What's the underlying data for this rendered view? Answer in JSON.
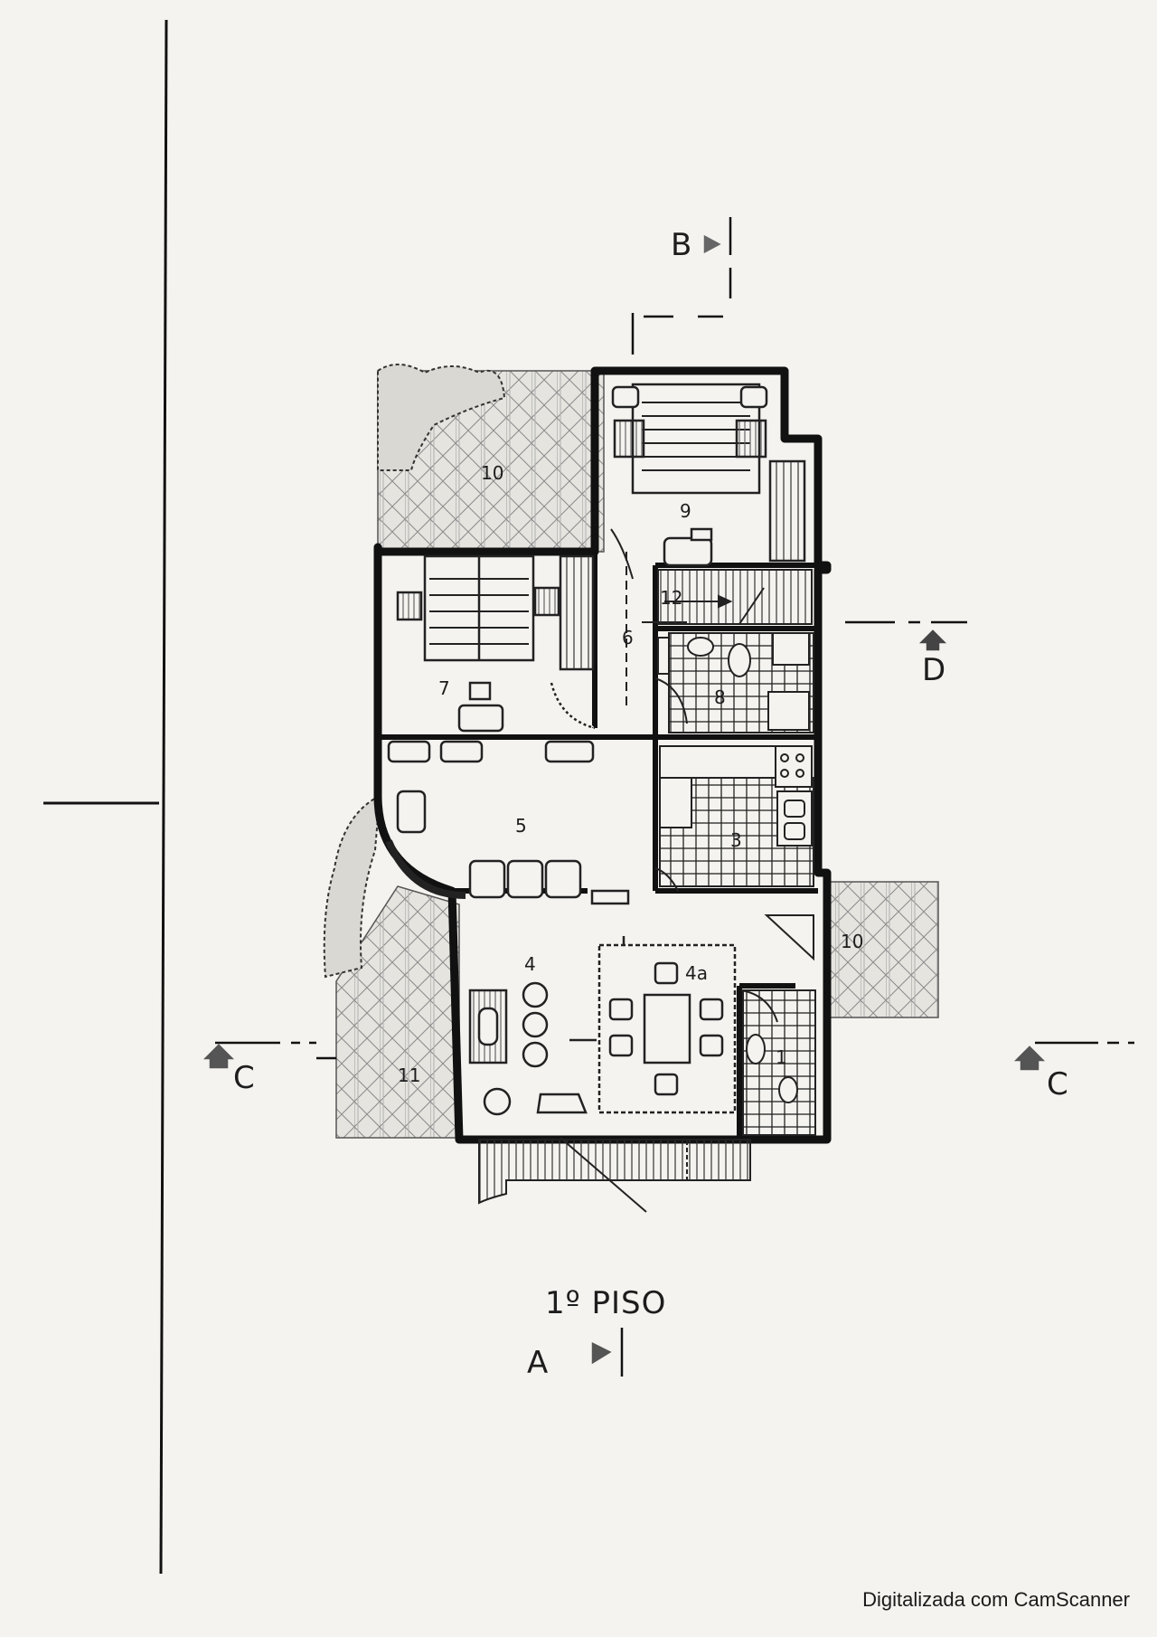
{
  "plan": {
    "title": "1º PISO",
    "rooms": {
      "r1": "1",
      "r3": "3",
      "r4": "4",
      "r4a": "4a",
      "r5": "5",
      "r6": "6",
      "r7": "7",
      "r8": "8",
      "r9": "9",
      "r10_top": "10",
      "r10_right": "10",
      "r11": "11",
      "r12": "12"
    },
    "sections": {
      "a": "A",
      "b": "B",
      "c_left": "C",
      "c_right": "C",
      "d": "D"
    }
  },
  "footer": {
    "scanner_note": "Digitalizada com CamScanner"
  }
}
